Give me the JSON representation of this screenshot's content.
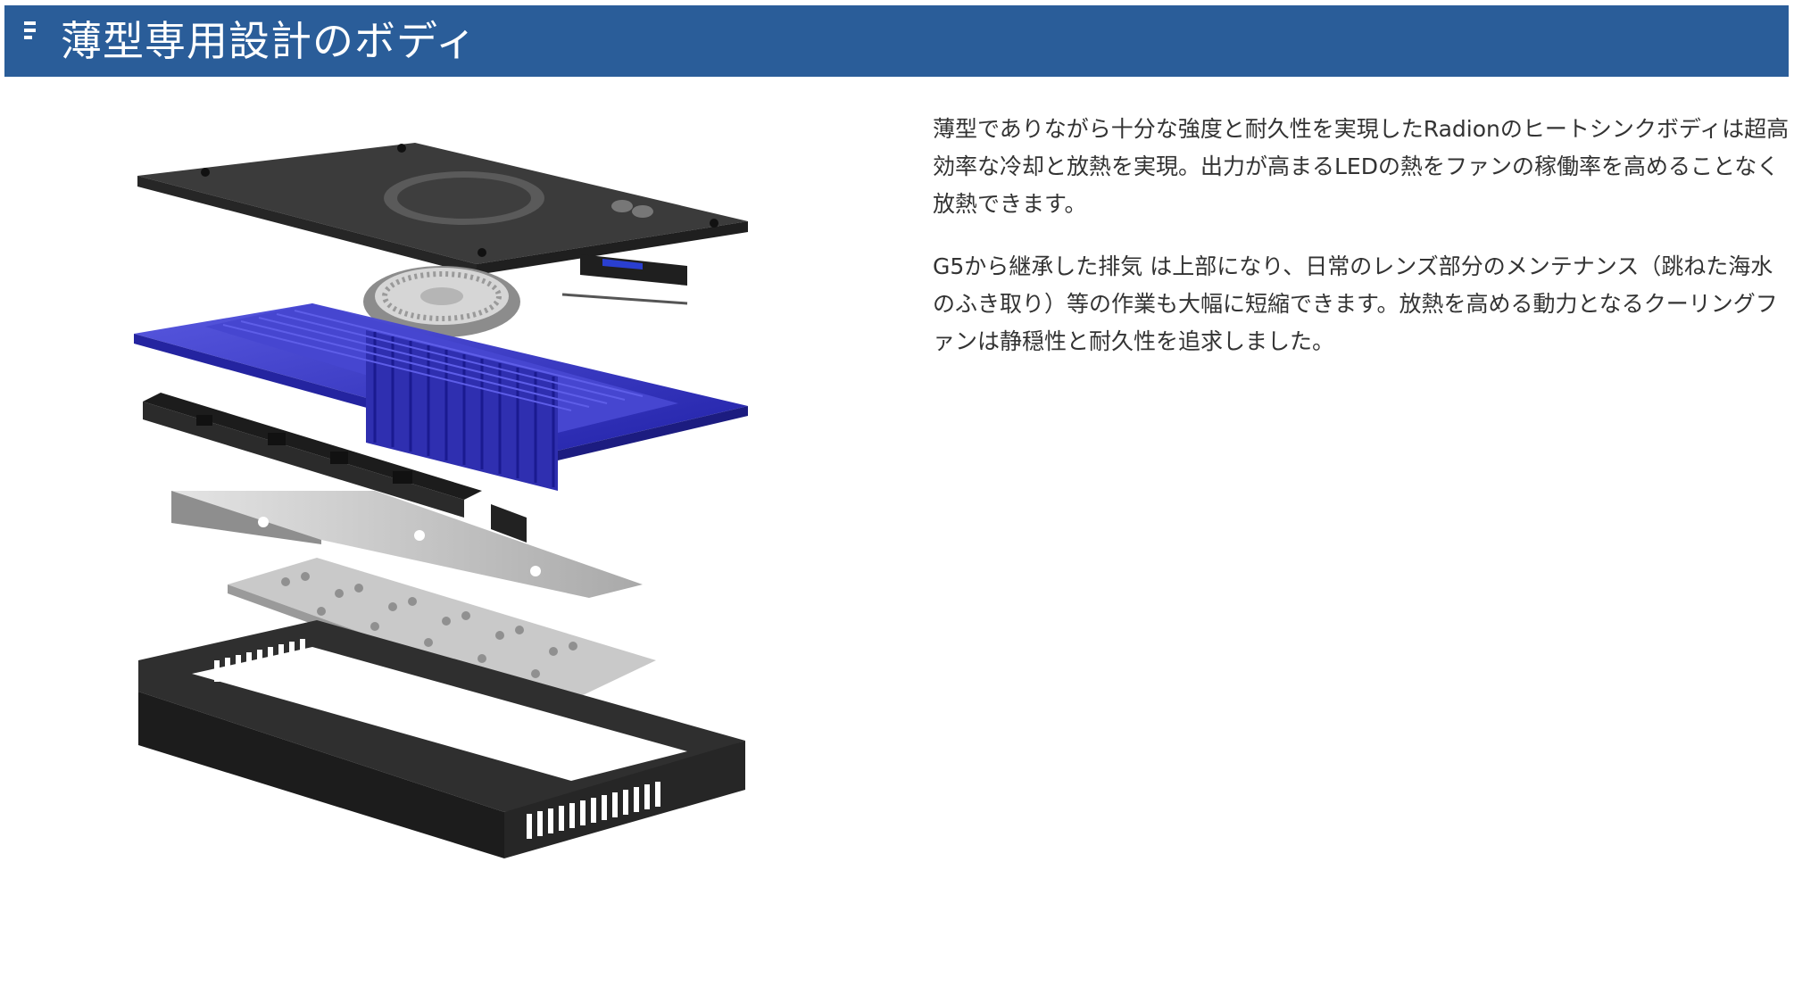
{
  "header": {
    "title": "薄型専用設計のボディ",
    "icon": "list-icon",
    "background": "#2a5d99",
    "text_color": "#ffffff"
  },
  "figure": {
    "subject": "exploded-heatsink-body-illustration",
    "accent_color": "#3434c4"
  },
  "body": {
    "paragraph_1": "薄型でありながら十分な強度と耐久性を実現したRadionのヒートシンクボディは超高効率な冷却と放熱を実現。出力が高まるLEDの熱をファンの稼働率を高めることなく 放熱できます。",
    "paragraph_2": "G5から継承した排気 は上部になり、日常のレンズ部分のメンテナンス（跳ねた海水のふき取り）等の作業も大幅に短縮できます。放熱を高める動力となるクーリングファンは静穏性と耐久性を追求しました。"
  }
}
